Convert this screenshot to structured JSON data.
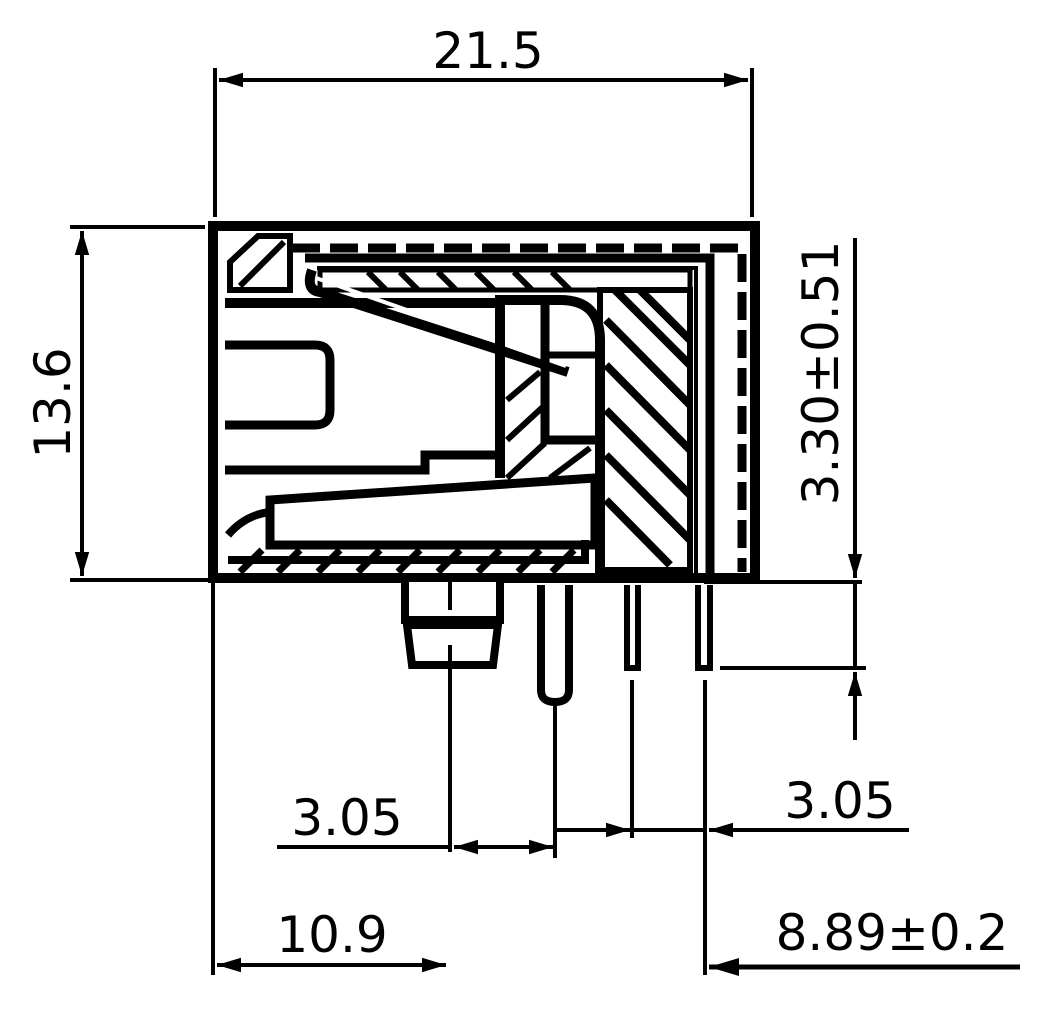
{
  "drawing": {
    "type": "mechanical-dimension-drawing",
    "subject": "PCB-mount jack connector, side section view",
    "line_color": "#000000",
    "background": "#ffffff",
    "dimensions": {
      "overall_width": "21.5",
      "overall_height": "13.6",
      "pin_length": "3.30±0.51",
      "pin_pitch_left": "3.05",
      "pin_pitch_right": "3.05",
      "edge_to_peg": "10.9",
      "pin_offset": "8.89±0.2"
    }
  }
}
